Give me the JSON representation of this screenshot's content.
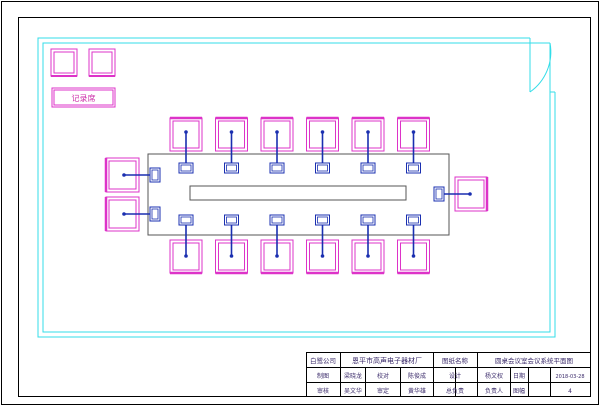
{
  "diagram": {
    "recorder_label": "记录席",
    "colors": {
      "frame": "#000000",
      "room": "#33dde8",
      "chair": "#dd33c8",
      "mic": "#1a2fb0",
      "table": "#555555",
      "titleblock_text": "#3a2a6a"
    },
    "chairs_top_count": 6,
    "chairs_bottom_count": 6,
    "chairs_left_count": 2,
    "chairs_right_count": 1,
    "recorder_chairs_count": 2
  },
  "title_block": {
    "company_label": "白鹭公司",
    "manufacturer": "恩平市高声电子器材厂",
    "drawing_name_label": "图纸名称",
    "drawing_name": "圆桌会议室会议系统平面图",
    "row2": [
      "制图",
      "梁晓龙",
      "校对",
      "陈俊成",
      "设计",
      "杨文权",
      "日期",
      "2018-03-28"
    ],
    "row3": [
      "审核",
      "吴文华",
      "审定",
      "黄华雄",
      "总负责",
      "",
      "负责人",
      "图幅",
      "4"
    ]
  }
}
